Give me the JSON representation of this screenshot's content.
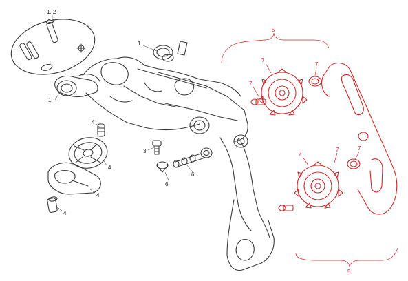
{
  "callouts": {
    "kit_1_2": "1, 2",
    "kit_1_top": "1",
    "kit_1_left": "1",
    "kit_3": "3",
    "kit_4_a": "4",
    "kit_4_b": "4",
    "kit_4_c": "4",
    "kit_4_d": "4",
    "kit_5_top": "5",
    "kit_5_bottom": "5",
    "kit_6_a": "6",
    "kit_6_b": "6",
    "kit_7_a": "7",
    "kit_7_b": "7",
    "kit_7_c": "7",
    "kit_7_d": "7",
    "kit_7_e": "7",
    "kit_7_f": "7"
  },
  "colors": {
    "line_black": "#3a3a3a",
    "line_red": "#d42a2a",
    "label_black": "#222222",
    "label_red": "#d42a2a"
  }
}
